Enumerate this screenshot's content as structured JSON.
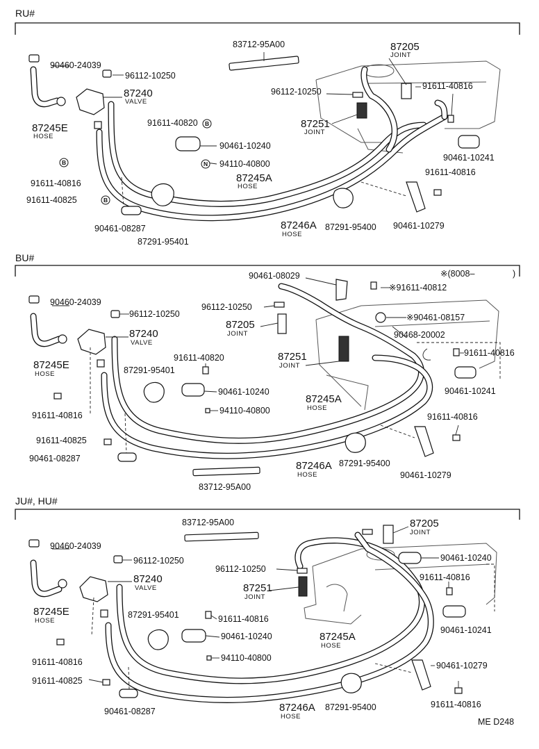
{
  "sections": [
    {
      "id": "ru",
      "label": "RU#",
      "note": "",
      "labels": {
        "hose_e": {
          "num": "87245E",
          "sub": "HOSE"
        },
        "clamp_e": {
          "num": "90460-24039"
        },
        "screw_96112_top": {
          "num": "96112-10250"
        },
        "valve": {
          "num": "87240",
          "sub": "VALVE"
        },
        "bolt_40820": {
          "num": "91611-40820"
        },
        "clamp_10240": {
          "num": "90461-10240"
        },
        "nut_94110": {
          "num": "94110-40800"
        },
        "hose_a": {
          "num": "87245A",
          "sub": "HOSE"
        },
        "hose_a6": {
          "num": "87246A",
          "sub": "HOSE"
        },
        "bolt_40816_left": {
          "num": "91611-40816"
        },
        "bolt_40825": {
          "num": "91611-40825"
        },
        "clamp_08287": {
          "num": "90461-08287"
        },
        "grommet_95401": {
          "num": "87291-95401"
        },
        "grommet_95400": {
          "num": "87291-95400"
        },
        "clamp_10279": {
          "num": "90461-10279"
        },
        "bolt_40816_right": {
          "num": "91611-40816"
        },
        "clamp_10241": {
          "num": "90461-10241"
        },
        "bolt_40816_top": {
          "num": "91611-40816"
        },
        "joint_87205": {
          "num": "87205",
          "sub": "JOINT"
        },
        "joint_87251": {
          "num": "87251",
          "sub": "JOINT"
        },
        "screw_96112_right": {
          "num": "96112-10250"
        },
        "pad_83712": {
          "num": "83712-95A00"
        }
      },
      "markers": {
        "b1": "B",
        "b2": "B",
        "b3": "B",
        "n1": "N"
      }
    },
    {
      "id": "bu",
      "label": "BU#",
      "note": "※(8008–",
      "labels": {
        "hose_e": {
          "num": "87245E",
          "sub": "HOSE"
        },
        "clamp_e": {
          "num": "90460-24039"
        },
        "screw_96112_top": {
          "num": "96112-10250"
        },
        "valve": {
          "num": "87240",
          "sub": "VALVE"
        },
        "grommet_95401": {
          "num": "87291-95401"
        },
        "bolt_40820": {
          "num": "91611-40820"
        },
        "clamp_10240": {
          "num": "90461-10240"
        },
        "nut_94110": {
          "num": "94110-40800"
        },
        "bolt_40816_left": {
          "num": "91611-40816"
        },
        "bolt_40825": {
          "num": "91611-40825"
        },
        "clamp_08287": {
          "num": "90461-08287"
        },
        "pad_83712": {
          "num": "83712-95A00"
        },
        "clamp_08029": {
          "num": "90461-08029"
        },
        "bolt_40812": {
          "num": "※91611-40812"
        },
        "screw_96112_right": {
          "num": "96112-10250"
        },
        "clamp_08157": {
          "num": "※90461-08157"
        },
        "joint_87205": {
          "num": "87205",
          "sub": "JOINT"
        },
        "clip_20002": {
          "num": "90468-20002"
        },
        "joint_87251": {
          "num": "87251",
          "sub": "JOINT"
        },
        "bolt_40816_top": {
          "num": "91611-40816"
        },
        "clamp_10241": {
          "num": "90461-10241"
        },
        "hose_a": {
          "num": "87245A",
          "sub": "HOSE"
        },
        "bolt_40816_right": {
          "num": "91611-40816"
        },
        "grommet_95400": {
          "num": "87291-95400"
        },
        "hose_a6": {
          "num": "87246A",
          "sub": "HOSE"
        },
        "clamp_10279": {
          "num": "90461-10279"
        }
      },
      "markers": {}
    },
    {
      "id": "ju",
      "label": "JU#, HU#",
      "note": "",
      "labels": {
        "pad_83712": {
          "num": "83712-95A00"
        },
        "joint_87205": {
          "num": "87205",
          "sub": "JOINT"
        },
        "clamp_e": {
          "num": "90460-24039"
        },
        "screw_96112_top": {
          "num": "96112-10250"
        },
        "clamp_10240_right": {
          "num": "90461-10240"
        },
        "valve": {
          "num": "87240",
          "sub": "VALVE"
        },
        "screw_96112_right": {
          "num": "96112-10250"
        },
        "bolt_40816_top": {
          "num": "91611-40816"
        },
        "joint_87251": {
          "num": "87251",
          "sub": "JOINT"
        },
        "hose_e": {
          "num": "87245E",
          "sub": "HOSE"
        },
        "grommet_95401": {
          "num": "87291-95401"
        },
        "bolt_40816_mid": {
          "num": "91611-40816"
        },
        "clamp_10241": {
          "num": "90461-10241"
        },
        "clamp_10240": {
          "num": "90461-10240"
        },
        "hose_a": {
          "num": "87245A",
          "sub": "HOSE"
        },
        "bolt_40816_left": {
          "num": "91611-40816"
        },
        "nut_94110": {
          "num": "94110-40800"
        },
        "clamp_10279": {
          "num": "90461-10279"
        },
        "bolt_40825": {
          "num": "91611-40825"
        },
        "bolt_40816_right": {
          "num": "91611-40816"
        },
        "clamp_08287": {
          "num": "90461-08287"
        },
        "hose_a6": {
          "num": "87246A",
          "sub": "HOSE"
        },
        "grommet_95400": {
          "num": "87291-95400"
        }
      },
      "markers": {}
    }
  ],
  "footer": {
    "code": "ME D248"
  }
}
